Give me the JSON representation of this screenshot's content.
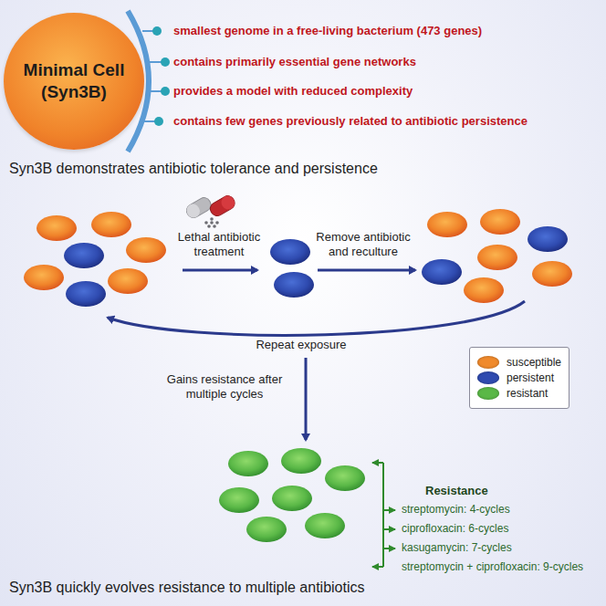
{
  "diagram": {
    "nodes": [
      {
        "text": [
          "Minimal Cell (Syn3B)"
        ]
      }
    ],
    "labels": [
      "smallest genome in a free-living bacterium (473 genes)",
      "contains primarily essential gene networks",
      "provides a model with reduced complexity",
      "contains few genes previously related to antibiotic persistence",
      "Syn3B demonstrates antibiotic tolerance and persistence",
      "Lethal antibiotic treatment",
      "Remove antibiotic and reculture",
      "Repeat exposure",
      "Gains resistance after multiple cycles",
      "Resistance",
      "streptomycin: 4-cycles",
      "ciprofloxacin: 6-cycles",
      "kasugamycin: 7-cycles",
      "streptomycin + ciprofloxacin: 9-cycles",
      "Syn3B quickly evolves resistance to multiple antibiotics"
    ],
    "legend": [
      {
        "text": "susceptible",
        "color": "#f08a2c"
      },
      {
        "text": "persistent",
        "color": "#2f4bb0"
      },
      {
        "text": "resistant",
        "color": "#5ab847"
      }
    ]
  }
}
